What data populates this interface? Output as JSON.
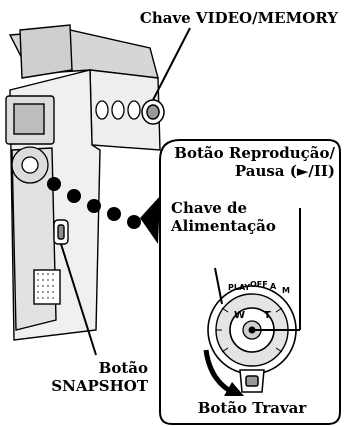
{
  "labels": {
    "video_memory_switch": "Chave VIDEO/MEMORY",
    "play_pause_line1": "Botão Reprodução/",
    "play_pause_line2": "Pausa (►/II)",
    "power_line1": "Chave de",
    "power_line2": "Alimentação",
    "lock_button": "Botão Travar",
    "snapshot_line1": "Botão",
    "snapshot_line2": "SNAPSHOT"
  },
  "dial_marks": {
    "play": "PLAY",
    "off": "OFF",
    "auto": "A",
    "manual": "M",
    "wide": "W",
    "tele": "T"
  }
}
